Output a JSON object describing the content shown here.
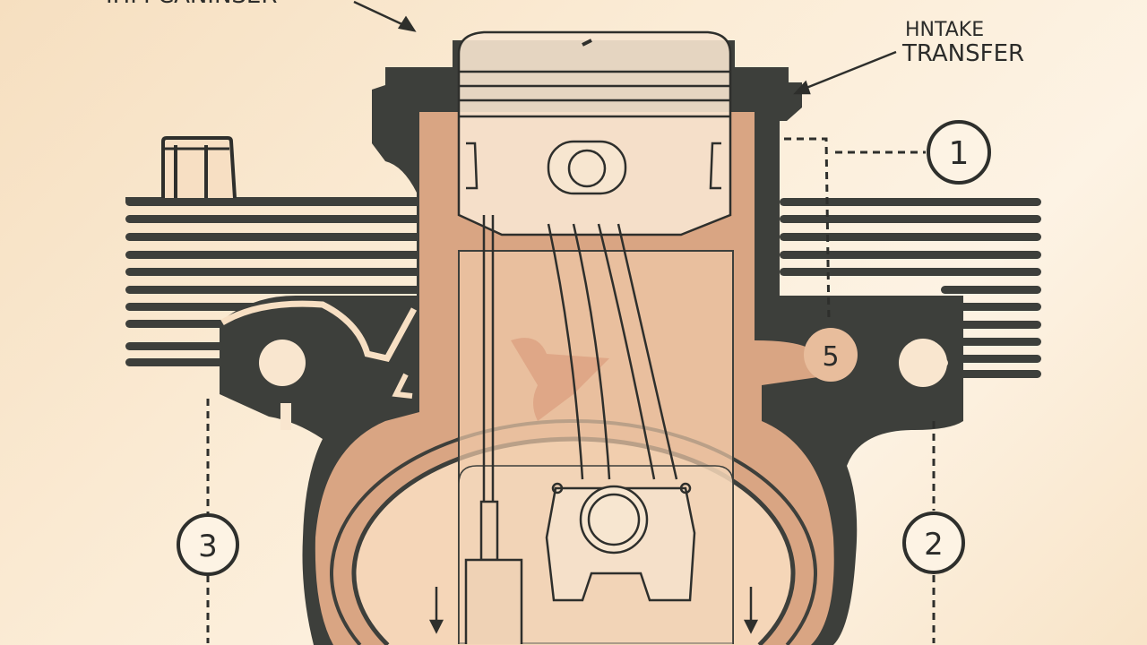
{
  "labels": {
    "top_left": "IHM CANINSER",
    "top_right_line1": "HNTAKE",
    "top_right_line2": "TRANSFER"
  },
  "callouts": [
    "1",
    "2",
    "3",
    "5"
  ],
  "colors": {
    "body_dark": "#3d3f3b",
    "copper": "#d9a583",
    "background": "#fbecd6",
    "piston": "#f7e6d0"
  }
}
